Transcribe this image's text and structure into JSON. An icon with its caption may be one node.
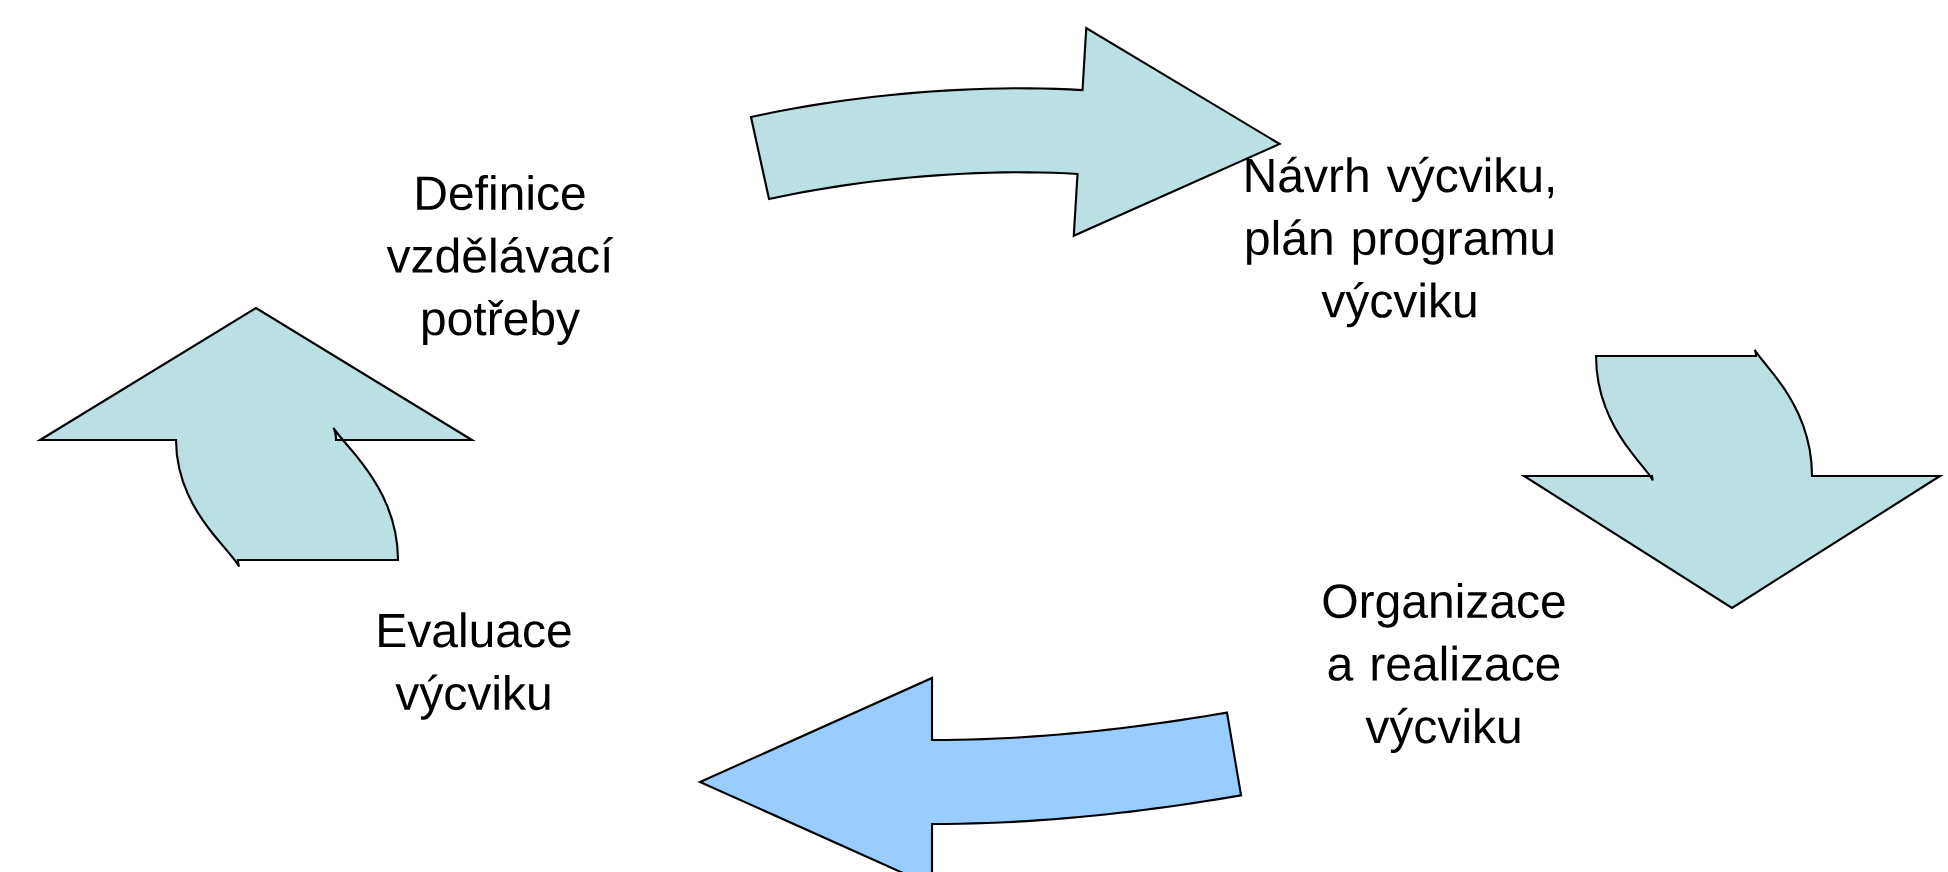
{
  "diagram": {
    "nodes": [
      {
        "text": [
          "Definice vzdělávací potřeby"
        ]
      },
      {
        "text": [
          "Návrh výcviku, plán programu výcviku"
        ]
      },
      {
        "text": [
          "Organizace a realizace výcviku"
        ]
      },
      {
        "text": [
          "Evaluace výcviku"
        ]
      }
    ],
    "edges": [
      {
        "from": 0,
        "to": 1,
        "arrow": "to"
      },
      {
        "from": 1,
        "to": 2,
        "arrow": "to"
      },
      {
        "from": 2,
        "to": 3,
        "arrow": "to",
        "color": "#99ccff"
      },
      {
        "from": 3,
        "to": 0,
        "arrow": "to"
      }
    ]
  }
}
